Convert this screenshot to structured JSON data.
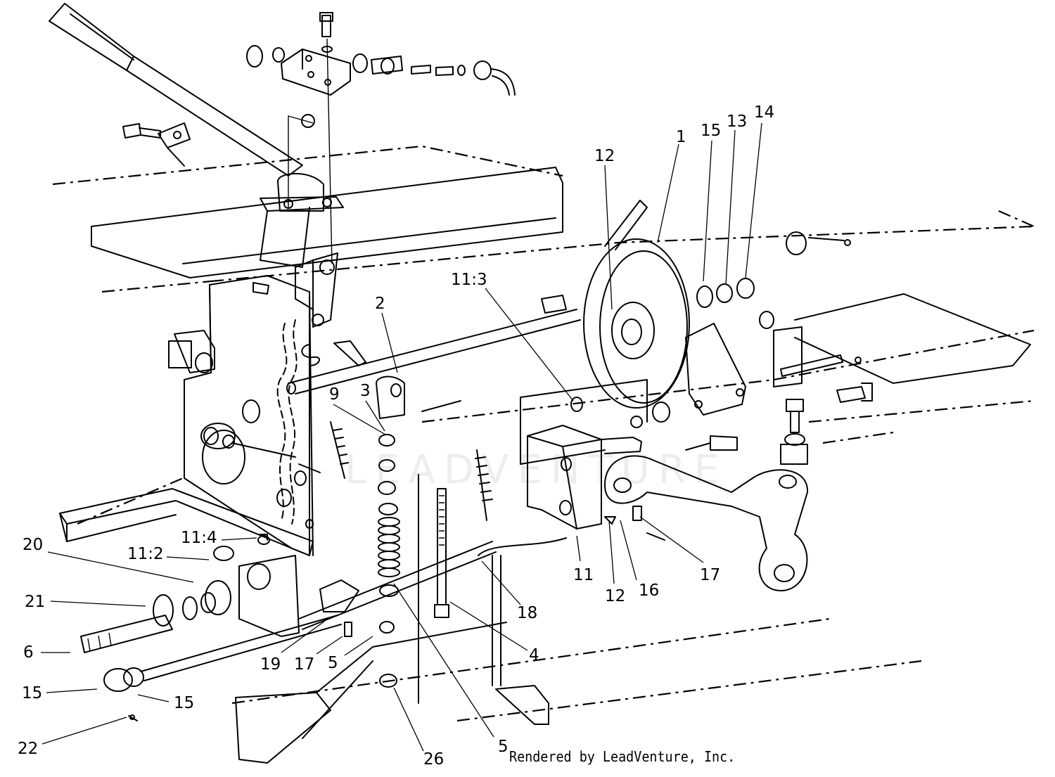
{
  "watermark_text": "LEADVENTURE",
  "credit_text": "Rendered by LeadVenture, Inc.",
  "callouts": [
    {
      "id": "c1",
      "text": "1"
    },
    {
      "id": "c15a",
      "text": "15"
    },
    {
      "id": "c13",
      "text": "13"
    },
    {
      "id": "c14",
      "text": "14"
    },
    {
      "id": "c12a",
      "text": "12"
    },
    {
      "id": "c11_3",
      "text": "11:3"
    },
    {
      "id": "c2",
      "text": "2"
    },
    {
      "id": "c9",
      "text": "9"
    },
    {
      "id": "c3",
      "text": "3"
    },
    {
      "id": "c11_4",
      "text": "11:4"
    },
    {
      "id": "c20",
      "text": "20"
    },
    {
      "id": "c11_2",
      "text": "11:2"
    },
    {
      "id": "c21",
      "text": "21"
    },
    {
      "id": "c6",
      "text": "6"
    },
    {
      "id": "c15b",
      "text": "15"
    },
    {
      "id": "c15c",
      "text": "15"
    },
    {
      "id": "c22",
      "text": "22"
    },
    {
      "id": "c19",
      "text": "19"
    },
    {
      "id": "c17a",
      "text": "17"
    },
    {
      "id": "c5a",
      "text": "5"
    },
    {
      "id": "c26",
      "text": "26"
    },
    {
      "id": "c5b",
      "text": "5"
    },
    {
      "id": "c4",
      "text": "4"
    },
    {
      "id": "c18",
      "text": "18"
    },
    {
      "id": "c11",
      "text": "11"
    },
    {
      "id": "c12b",
      "text": "12"
    },
    {
      "id": "c16",
      "text": "16"
    },
    {
      "id": "c17b",
      "text": "17"
    }
  ]
}
